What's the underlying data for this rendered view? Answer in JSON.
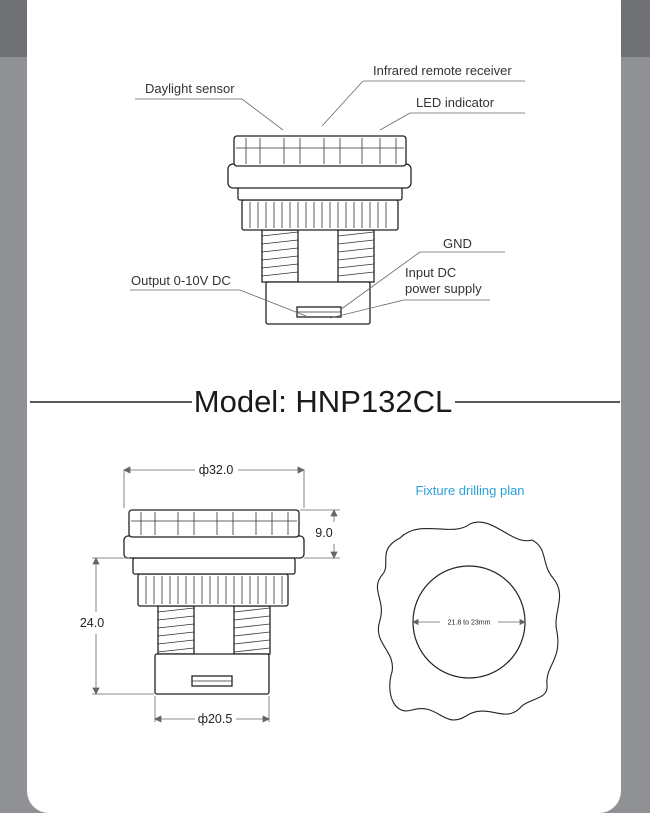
{
  "callouts": {
    "daylight_sensor": "Daylight sensor",
    "infrared_receiver": "Infrared remote receiver",
    "led_indicator": "LED indicator",
    "gnd": "GND",
    "input_dc_line1": "Input DC",
    "input_dc_line2": "power supply",
    "output": "Output 0-10V DC"
  },
  "model_title": "Model: HNP132CL",
  "dimensions": {
    "top_diameter": "ф32.0",
    "cap_height": "9.0",
    "total_height": "24.0",
    "bottom_diameter": "ф20.5"
  },
  "drilling_plan": {
    "title": "Fixture drilling plan",
    "hole_range": "21.8 to 23mm"
  }
}
